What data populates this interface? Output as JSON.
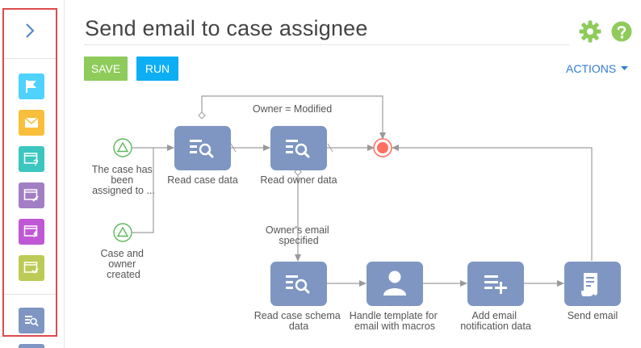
{
  "header": {
    "title": "Send email to case assignee"
  },
  "toolbar": {
    "save_label": "SAVE",
    "run_label": "RUN",
    "actions_label": "ACTIONS"
  },
  "sidebar": {
    "tools": [
      {
        "name": "flag-icon",
        "color": "#4fd2ff"
      },
      {
        "name": "mail-icon",
        "color": "#f9bf3c"
      },
      {
        "name": "question-window-icon",
        "color": "#3cc6c0"
      },
      {
        "name": "edit-window-icon",
        "color": "#a27ec4"
      },
      {
        "name": "lightning-window-icon",
        "color": "#c058d6"
      },
      {
        "name": "check-window-icon",
        "color": "#bccb55"
      },
      {
        "name": "read-data-icon",
        "color": "#7f96c2"
      }
    ]
  },
  "diagram": {
    "task_color": "#7f96c2",
    "start_event_color": "#5cb85c",
    "end_event_color": "#ff6f61",
    "starts": [
      {
        "label_lines": [
          "The case has",
          "been",
          "assigned to ..."
        ]
      },
      {
        "label_lines": [
          "Case and",
          "owner",
          "created"
        ]
      }
    ],
    "tasks": [
      {
        "id": "read-case-data",
        "label_lines": [
          "Read case data"
        ]
      },
      {
        "id": "read-owner-data",
        "label_lines": [
          "Read owner data"
        ]
      },
      {
        "id": "read-case-schema-data",
        "label_lines": [
          "Read case schema",
          "data"
        ]
      },
      {
        "id": "handle-template",
        "label_lines": [
          "Handle template for",
          "email with macros"
        ]
      },
      {
        "id": "add-email-notification",
        "label_lines": [
          "Add email",
          "notification data"
        ]
      },
      {
        "id": "send-email",
        "label_lines": [
          "Send email"
        ]
      }
    ],
    "conditions": {
      "top": "Owner = Modified",
      "middle_lines": [
        "Owner's email",
        "specified"
      ]
    }
  }
}
